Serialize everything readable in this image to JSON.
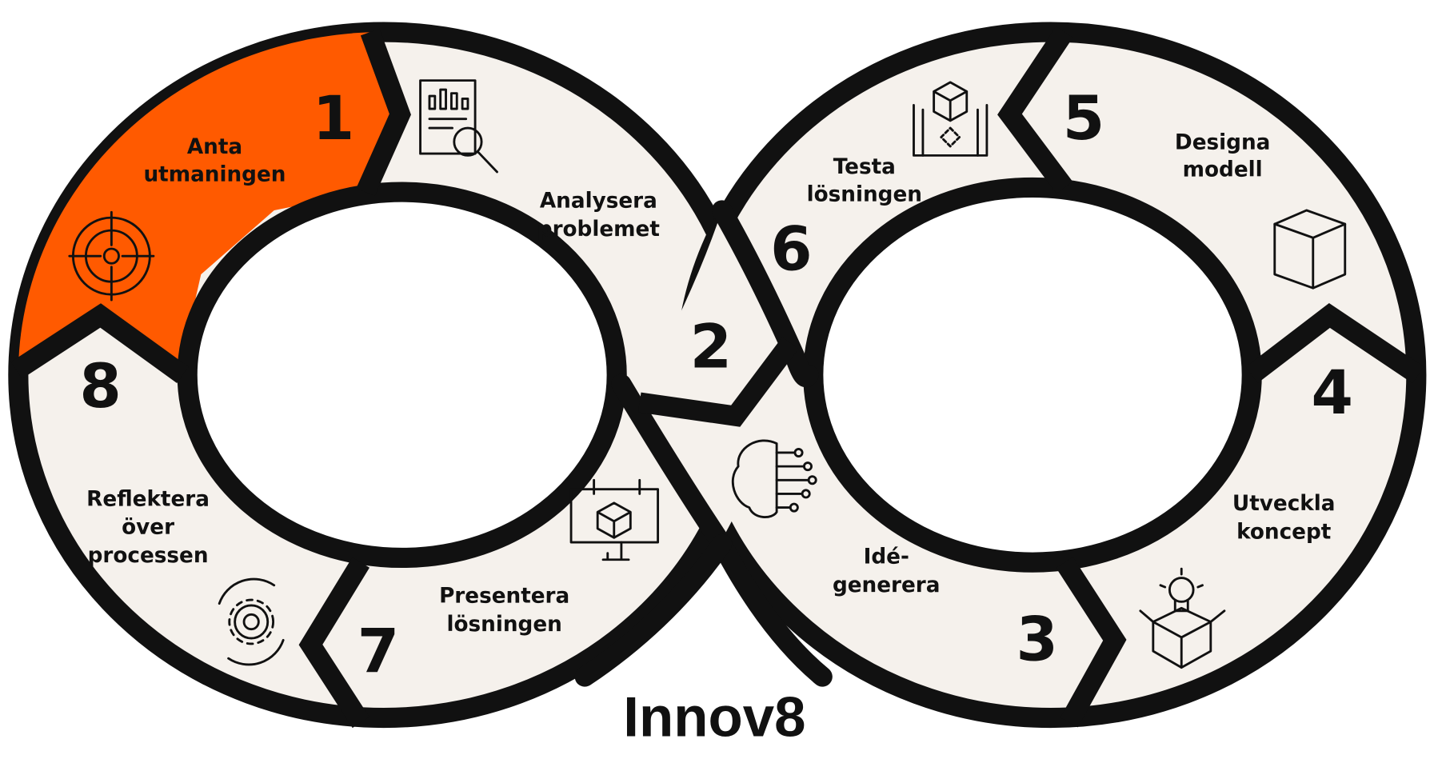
{
  "title": "Innov8",
  "colors": {
    "active": "#ff5a00",
    "segment": "#f5f1ec",
    "outline": "#111111"
  },
  "steps": [
    {
      "number": "1",
      "line1": "Anta",
      "line2": "utmaningen",
      "line3": "",
      "icon": "target-icon"
    },
    {
      "number": "2",
      "line1": "Analysera",
      "line2": "problemet",
      "line3": "",
      "icon": "report-search-icon"
    },
    {
      "number": "3",
      "line1": "Idé-",
      "line2": "generera",
      "line3": "",
      "icon": "brain-circuit-icon"
    },
    {
      "number": "4",
      "line1": "Utveckla",
      "line2": "koncept",
      "line3": "",
      "icon": "lightbulb-box-icon"
    },
    {
      "number": "5",
      "line1": "Designa",
      "line2": "modell",
      "line3": "",
      "icon": "cube-wireframe-icon"
    },
    {
      "number": "6",
      "line1": "Testa",
      "line2": "lösningen",
      "line3": "",
      "icon": "blueprint-cube-icon"
    },
    {
      "number": "7",
      "line1": "Presentera",
      "line2": "lösningen",
      "line3": "",
      "icon": "presentation-board-icon"
    },
    {
      "number": "8",
      "line1": "Reflektera",
      "line2": "över",
      "line3": "processen",
      "icon": "gear-cycle-icon"
    }
  ]
}
